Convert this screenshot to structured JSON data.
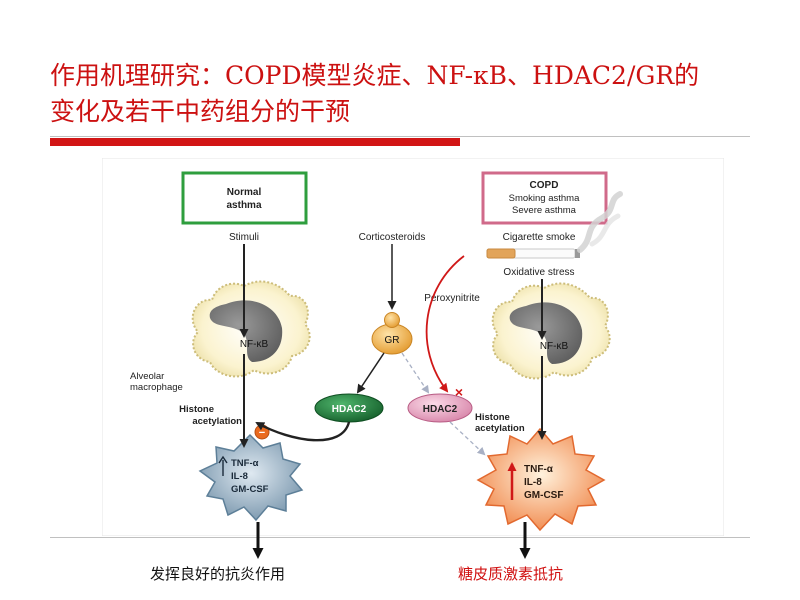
{
  "slide": {
    "title_line1": "作用机理研究：COPD模型炎症、NF-κB、HDAC2/GR的",
    "title_line2": "变化及若干中药组分的干预",
    "caption_left": "发挥良好的抗炎作用",
    "caption_right": "糖皮质激素抵抗"
  },
  "diagram": {
    "normal_box": [
      "Normal",
      "asthma"
    ],
    "copd_box": [
      "COPD",
      "Smoking asthma",
      "Severe asthma"
    ],
    "stimuli": "Stimuli",
    "corticosteroids": "Corticosteroids",
    "cigarette_smoke": "Cigarette smoke",
    "oxidative_stress": "Oxidative stress",
    "peroxynitrite": "Peroxynitrite",
    "nfkb_left": "NF-κB",
    "nfkb_right": "NF-κB",
    "gr": "GR",
    "hdac2_left": "HDAC2",
    "hdac2_right": "HDAC2",
    "alveolar_macrophage": [
      "Alveolar",
      "macrophage"
    ],
    "histone_left": [
      "Histone",
      "acetylation"
    ],
    "histone_right": [
      "Histone",
      "acetylation"
    ],
    "minus_sign": "−",
    "cross_mark": "×",
    "cytokines_left": [
      "TNF-α",
      "IL-8",
      "GM-CSF"
    ],
    "cytokines_right": [
      "TNF-α",
      "IL-8",
      "GM-CSF"
    ],
    "colors": {
      "title_red": "#cc1111",
      "normal_border": "#2e9e3e",
      "copd_border": "#d06a8a",
      "hdac2_green": "#1f7a3a",
      "hdac2_pink": "#e8a3c0",
      "gr_orange": "#e8a33a",
      "starburst_blue": "#7e9db3",
      "starburst_orange": "#ef8a4a",
      "arrow_red": "#d01818",
      "minus_orange": "#ea6a1e"
    }
  }
}
